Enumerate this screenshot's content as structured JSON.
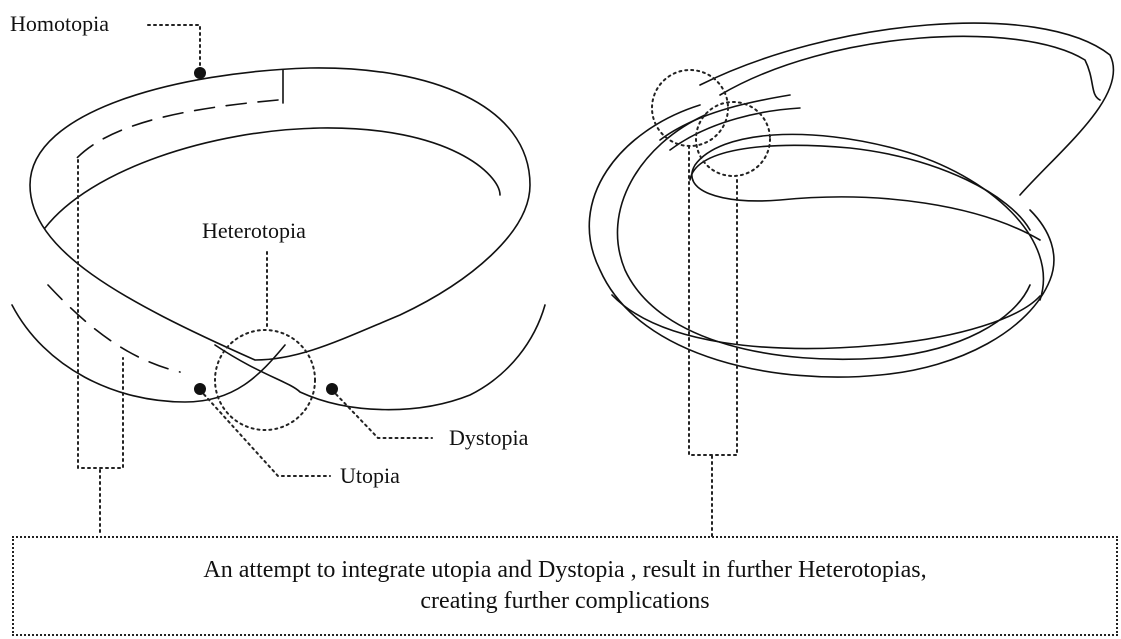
{
  "labels": {
    "homotopia": "Homotopia",
    "heterotopia": "Heterotopia",
    "dystopia": "Dystopia",
    "utopia": "Utopia"
  },
  "caption": {
    "line1": "An attempt to integrate utopia and Dystopia , result in further Heterotopias,",
    "line2": "creating further complications"
  },
  "colors": {
    "ink": "#111111",
    "background": "#ffffff"
  }
}
